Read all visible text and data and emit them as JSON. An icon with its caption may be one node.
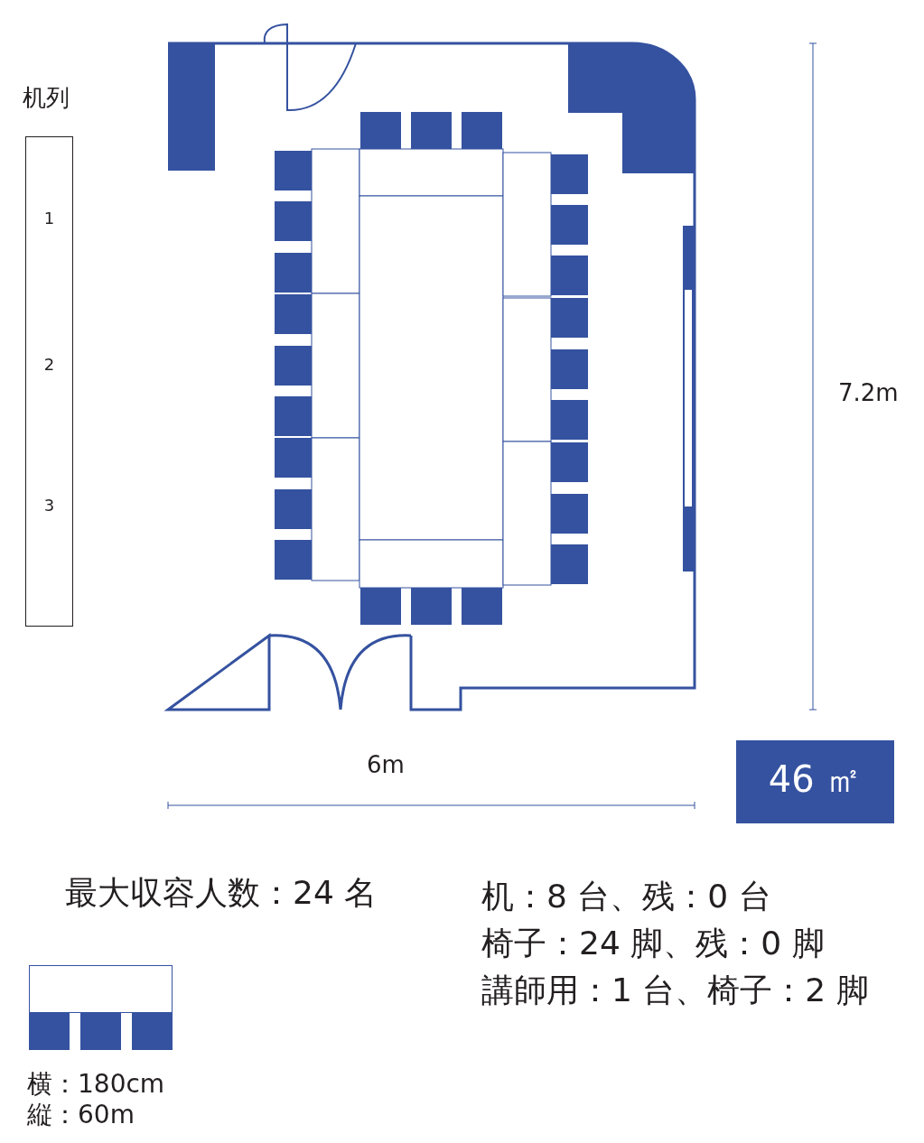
{
  "diagram": {
    "nodes": [
      {
        "text": [
          "机列",
          "1",
          "2",
          "3"
        ]
      },
      {
        "text": [
          "46 ㎡"
        ]
      }
    ],
    "labels": [
      "7.2m",
      "6m",
      "最大収容人数：24 名",
      "机：8 台、残：0 台",
      "椅子：24 脚、残：0 脚",
      "講師用：1 台、椅子：2 脚",
      "横：180cm",
      "縦：60m"
    ]
  }
}
